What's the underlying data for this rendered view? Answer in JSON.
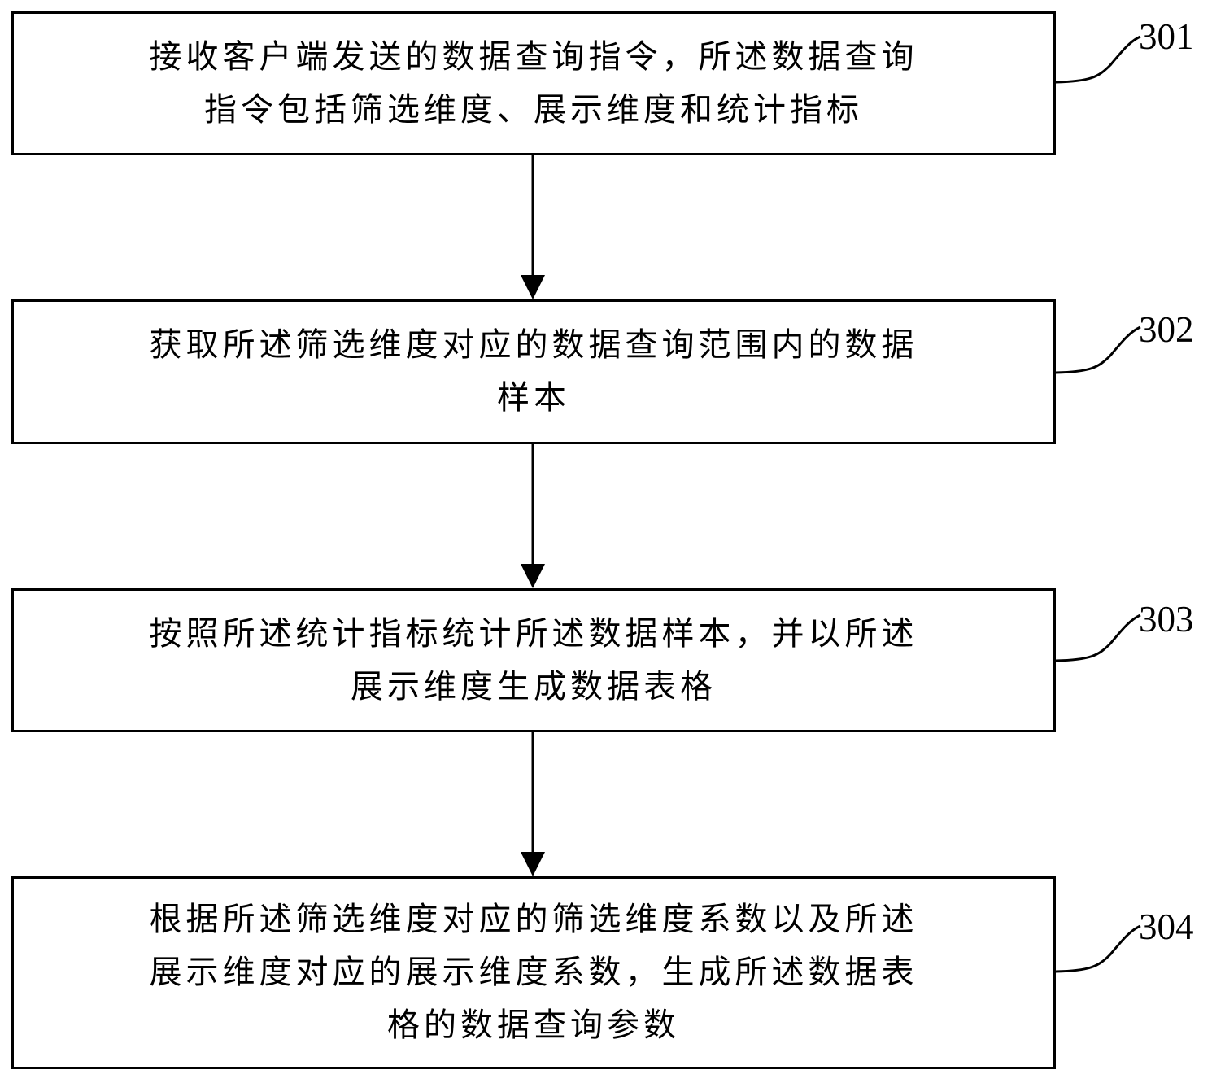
{
  "flowchart": {
    "steps": [
      {
        "id": "301",
        "lines": [
          "接收客户端发送的数据查询指令，所述数据查询",
          "指令包括筛选维度、展示维度和统计指标"
        ]
      },
      {
        "id": "302",
        "lines": [
          "获取所述筛选维度对应的数据查询范围内的数据",
          "样本"
        ]
      },
      {
        "id": "303",
        "lines": [
          "按照所述统计指标统计所述数据样本，并以所述",
          "展示维度生成数据表格"
        ]
      },
      {
        "id": "304",
        "lines": [
          "根据所述筛选维度对应的筛选维度系数以及所述",
          "展示维度对应的展示维度系数，生成所述数据表",
          "格的数据查询参数"
        ]
      }
    ]
  }
}
